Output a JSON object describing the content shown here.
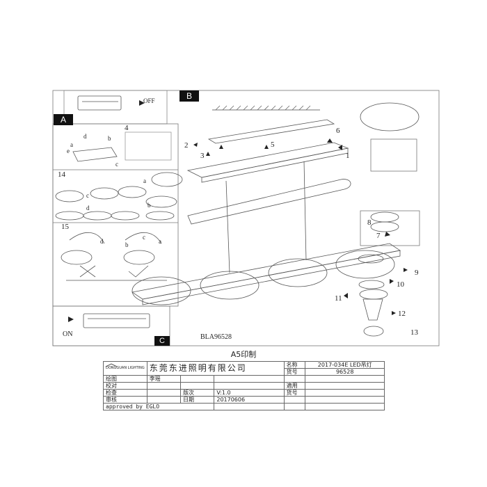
{
  "sections": {
    "a": "A",
    "b": "B",
    "c": "C"
  },
  "labels": {
    "off": "OFF",
    "on": "ON",
    "model": "BLA96528",
    "step_4": "4",
    "step_14": "14",
    "step_15": "15",
    "a1": "a",
    "b1": "b",
    "c1": "c",
    "d1": "d",
    "e1": "e",
    "a2": "a",
    "b2": "b",
    "c2": "c",
    "d2": "d",
    "a3": "a",
    "b3": "b",
    "c3": "c",
    "d3": "d",
    "n1": "1",
    "n2": "2",
    "n3": "3",
    "n5": "5",
    "n6": "6",
    "n7": "7",
    "n8": "8",
    "n9": "9",
    "n10": "10",
    "n11": "11",
    "n12": "12",
    "n13": "13"
  },
  "print_title": "A5印制",
  "title_block": {
    "logo": "DONGGUAN LIGHTING",
    "company": "东莞东进照明有限公司",
    "name_label": "名称",
    "name_value": "2017-034E LED吊灯",
    "drawn_label": "绘图",
    "drawn_value": "李瑶",
    "item_label": "货号",
    "item_value": "96528",
    "check_label": "校对",
    "apply_label": "適用",
    "inspect_label": "检查",
    "version_label": "版次",
    "version_value": "V:1.0",
    "item_label2": "货号",
    "review_label": "审核",
    "date_label": "日期",
    "date_value": "20170606",
    "approved": "approved by EGLO"
  }
}
